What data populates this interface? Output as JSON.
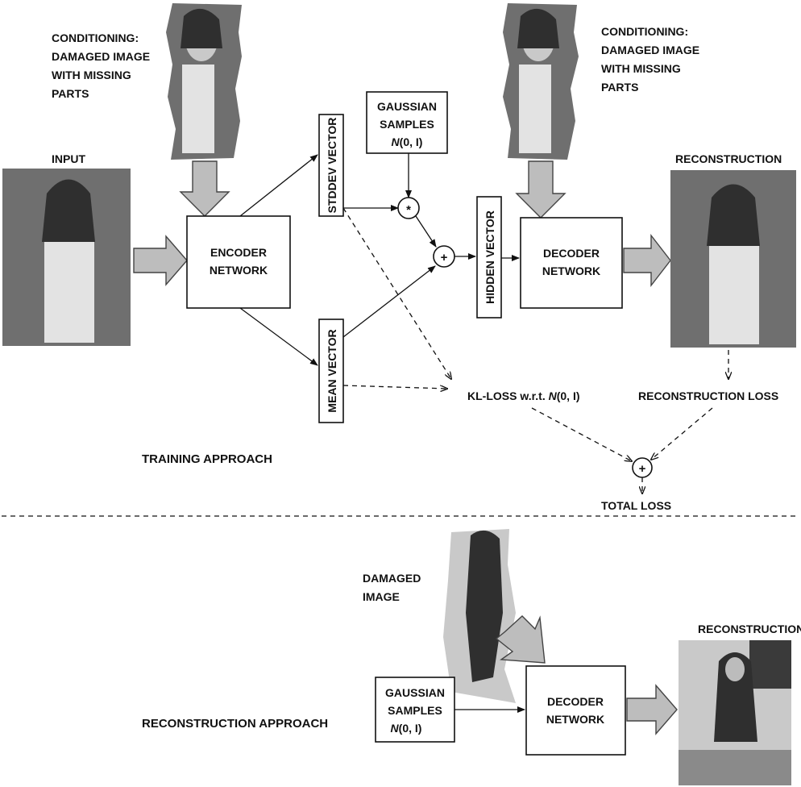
{
  "training": {
    "section_title": "TRAINING APPROACH",
    "conditioning_left": [
      "CONDITIONING:",
      "DAMAGED IMAGE",
      "WITH MISSING",
      "PARTS"
    ],
    "conditioning_right": [
      "CONDITIONING:",
      "DAMAGED IMAGE",
      "WITH MISSING",
      "PARTS"
    ],
    "input_label": "INPUT",
    "reconstruction_label": "RECONSTRUCTION",
    "encoder": [
      "ENCODER",
      "NETWORK"
    ],
    "decoder": [
      "DECODER",
      "NETWORK"
    ],
    "stddev_vector": "STDDEV VECTOR",
    "mean_vector": "MEAN VECTOR",
    "hidden_vector": "HIDDEN VECTOR",
    "gaussian": [
      "GAUSSIAN",
      "SAMPLES",
      "N",
      "(0, I)"
    ],
    "multiply_op": "*",
    "add_op": "+",
    "kl_loss_prefix": "KL-LOSS w.r.t. ",
    "kl_loss_n": "N",
    "kl_loss_suffix": "(0, I)",
    "reconstruction_loss": "RECONSTRUCTION LOSS",
    "total_add_op": "+",
    "total_loss": "TOTAL  LOSS"
  },
  "reconstruction": {
    "section_title": "RECONSTRUCTION APPROACH",
    "damaged_label": [
      "DAMAGED",
      "IMAGE"
    ],
    "reconstruction_label": "RECONSTRUCTION",
    "gaussian": [
      "GAUSSIAN",
      "SAMPLES",
      "N",
      "(0, I)"
    ],
    "decoder": [
      "DECODER",
      "NETWORK"
    ]
  }
}
